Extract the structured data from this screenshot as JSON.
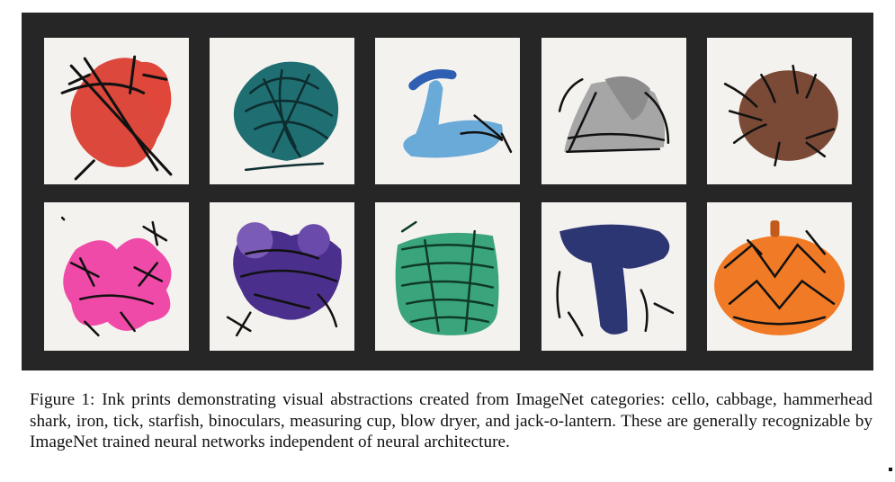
{
  "figure": {
    "tiles": [
      {
        "id": "cello",
        "color": "#d9392b"
      },
      {
        "id": "cabbage",
        "color": "#1f6f72"
      },
      {
        "id": "hammerhead-shark",
        "color": "#6aaad8"
      },
      {
        "id": "iron",
        "color": "#9a9a9a"
      },
      {
        "id": "tick",
        "color": "#7a4a36"
      },
      {
        "id": "starfish",
        "color": "#f04aa8"
      },
      {
        "id": "binoculars",
        "color": "#4b2f8c"
      },
      {
        "id": "measuring-cup",
        "color": "#3aa57c"
      },
      {
        "id": "blow-dryer",
        "color": "#2c3673"
      },
      {
        "id": "jack-o-lantern",
        "color": "#f07a25"
      }
    ]
  },
  "caption": {
    "label": "Figure 1:",
    "text": "Ink prints demonstrating visual abstractions created from ImageNet categories: cello, cabbage, hammerhead shark, iron, tick, starfish, binoculars, measuring cup, blow dryer, and jack-o-lantern. These are generally recognizable by ImageNet trained neural networks independent of neural architecture."
  }
}
